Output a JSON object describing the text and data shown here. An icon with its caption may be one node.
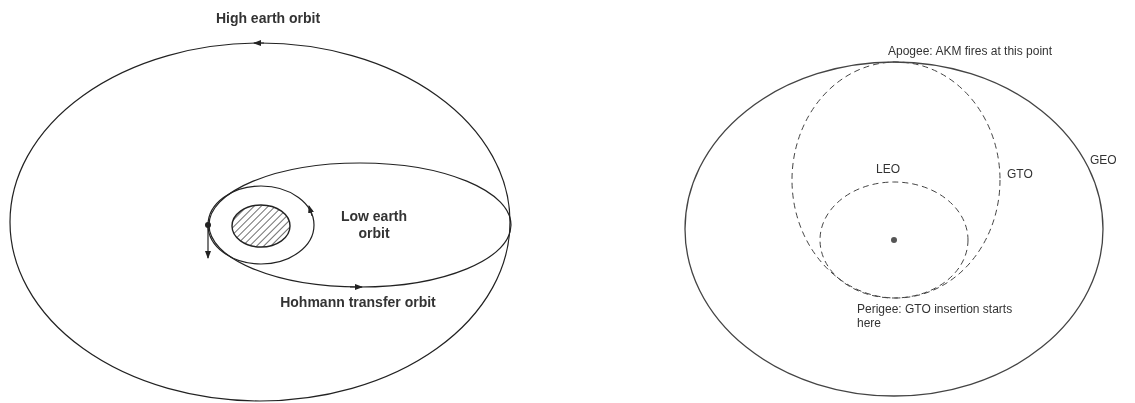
{
  "diagram": {
    "labels": [
      "High earth orbit",
      "Apogee: AKM fires at this point",
      "GEO",
      "LEO",
      "GTO",
      "Low earth orbit",
      "Hohmann transfer orbit",
      "Perigee: GTO insertion starts here"
    ]
  }
}
